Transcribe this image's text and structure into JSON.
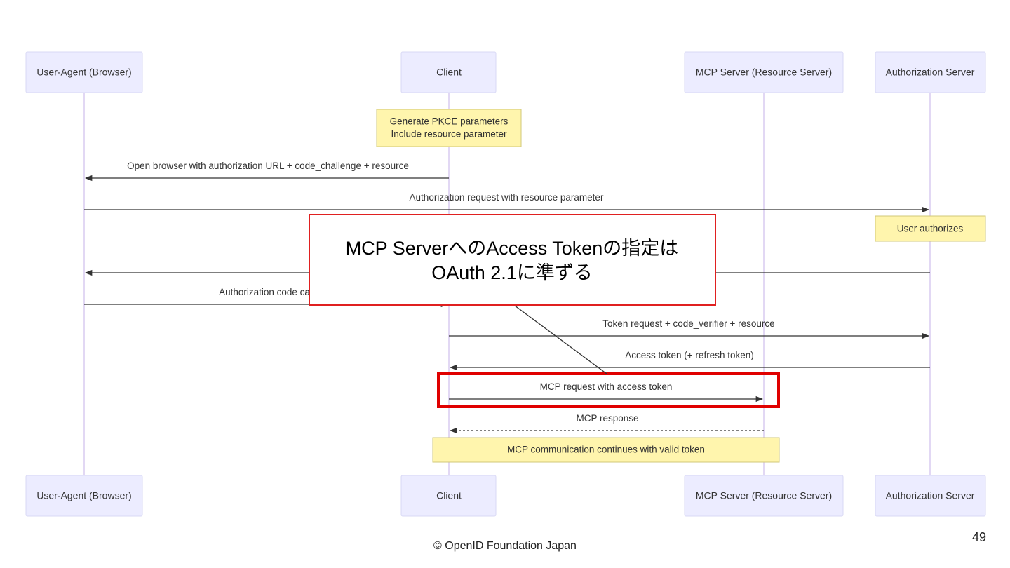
{
  "actors": [
    {
      "id": "browser",
      "label": "User-Agent (Browser)"
    },
    {
      "id": "client",
      "label": "Client"
    },
    {
      "id": "mcp",
      "label": "MCP Server (Resource Server)"
    },
    {
      "id": "auth",
      "label": "Authorization Server"
    }
  ],
  "notes": [
    {
      "lines": [
        "Generate PKCE parameters",
        "Include resource parameter"
      ]
    },
    {
      "lines": [
        "User authorizes"
      ]
    },
    {
      "lines": [
        "MCP communication continues with valid token"
      ]
    }
  ],
  "messages": [
    {
      "from": "client",
      "to": "browser",
      "label": "Open browser with authorization URL + code_challenge + resource",
      "style": "solid"
    },
    {
      "from": "browser",
      "to": "auth",
      "label": "Authorization request with resource parameter",
      "style": "solid"
    },
    {
      "from": "auth",
      "to": "browser",
      "label": "",
      "style": "solid"
    },
    {
      "from": "browser",
      "to": "client",
      "label": "Authorization code call",
      "style": "solid"
    },
    {
      "from": "client",
      "to": "auth",
      "label": "Token request + code_verifier + resource",
      "style": "solid"
    },
    {
      "from": "auth",
      "to": "client",
      "label": "Access token (+ refresh token)",
      "style": "solid"
    },
    {
      "from": "client",
      "to": "mcp",
      "label": "MCP request with access token",
      "style": "solid"
    },
    {
      "from": "mcp",
      "to": "client",
      "label": "MCP response",
      "style": "dashed"
    }
  ],
  "callout": {
    "lines": [
      "MCP ServerへのAccess Tokenの指定は",
      "OAuth 2.1に準ずる"
    ],
    "border_color": "#e02020"
  },
  "highlight": {
    "target_message": "MCP request with access token",
    "color": "#e00000"
  },
  "footer": {
    "copyright": "© OpenID Foundation Japan",
    "page_number": "49"
  }
}
